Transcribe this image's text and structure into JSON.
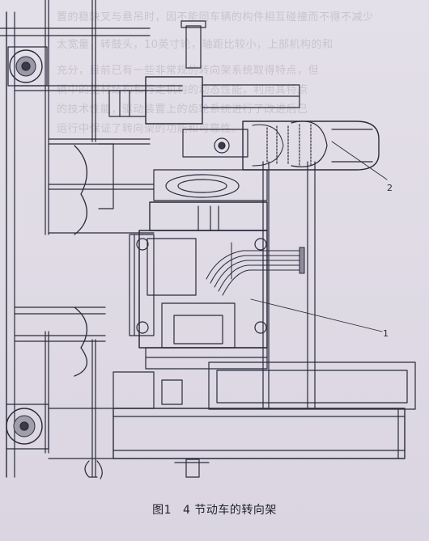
{
  "bleed_through_lines": [
    "置的稳缺叉与悬吊时，因不能同车辆的构件相互碰撞而不得不减少",
    "太宽量，转鼓头，10英寸轮，轴距比较小，上部机构的和",
    "充分，目前已有一些非常规的转向架系统取得特点，但",
    "辆中的型材结构和行走机构的动态性能，利用其特点",
    "的技术性能，驱动装置上的齿轮系统进行了改进后已",
    "运行中保证了转向架的功能和可靠性。"
  ],
  "callouts": [
    "2",
    "1"
  ],
  "caption": {
    "figure_number": "图1",
    "title": "4 节动车的转向架"
  }
}
